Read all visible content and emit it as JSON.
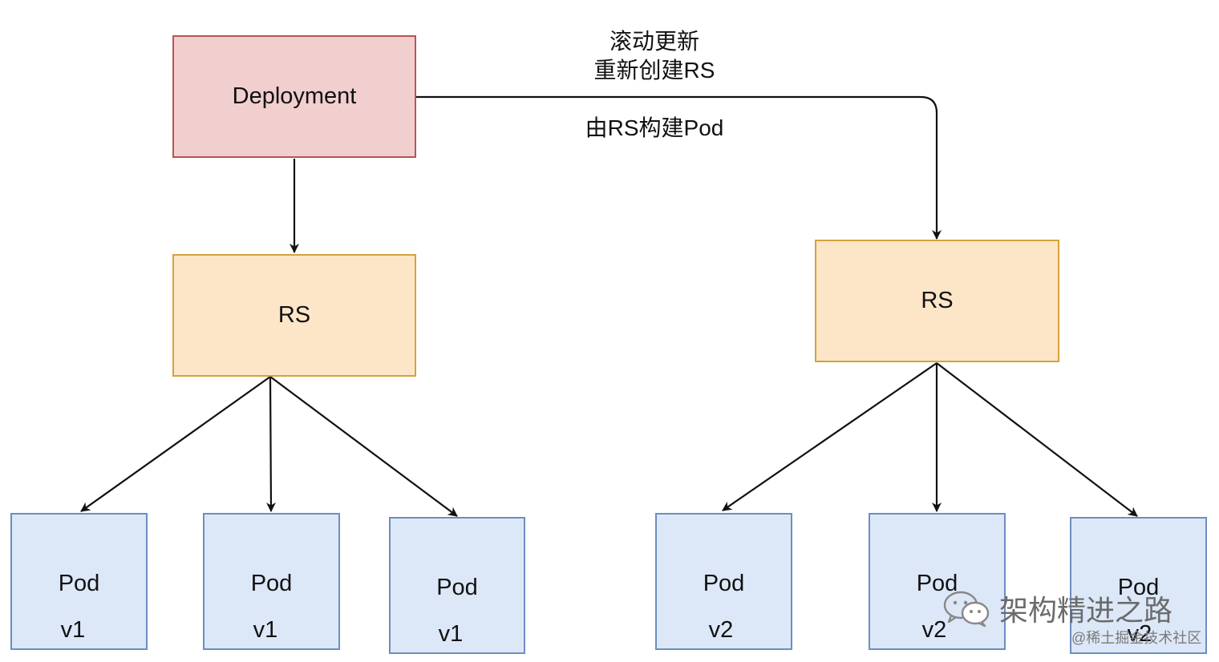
{
  "diagram": {
    "deployment": "Deployment",
    "rs_left": "RS",
    "rs_right": "RS",
    "edge_label_line1": "滚动更新",
    "edge_label_line2": "重新创建RS",
    "edge_label_line3": "由RS构建Pod",
    "pods_left": [
      {
        "name": "Pod",
        "version": "v1"
      },
      {
        "name": "Pod",
        "version": "v1"
      },
      {
        "name": "Pod",
        "version": "v1"
      }
    ],
    "pods_right": [
      {
        "name": "Pod",
        "version": "v2"
      },
      {
        "name": "Pod",
        "version": "v2"
      },
      {
        "name": "Pod",
        "version": "v2"
      }
    ]
  },
  "watermark": {
    "brand": "架构精进之路",
    "site": "@稀土掘金技术社区"
  },
  "colors": {
    "deployment_fill": "#f2cfcf",
    "deployment_border": "#b85450",
    "rs_fill": "#fde6c8",
    "rs_border": "#d6a23c",
    "pod_fill": "#dce8f8",
    "pod_border": "#6c8ebf",
    "edge": "#111111"
  }
}
